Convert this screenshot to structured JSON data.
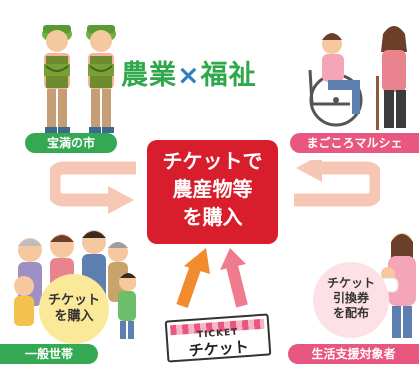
{
  "title": {
    "left": "農業",
    "mark": "×",
    "right": "福祉"
  },
  "center": {
    "line1": "チケットで",
    "line2": "農産物等",
    "line3": "を購入"
  },
  "labels": {
    "market": "宝満の市",
    "marche": "まごころマルシェ",
    "households": "一般世帯",
    "recipients": "生活支援対象者"
  },
  "bubbles": {
    "buy": {
      "line1": "チケット",
      "line2": "を購入"
    },
    "distribute": {
      "line1": "チケット",
      "line2": "引換券",
      "line3": "を配布"
    }
  },
  "ticket": {
    "english": "TICKET",
    "japanese": "チケット"
  },
  "colors": {
    "green": "#34a853",
    "pink": "#e8577f",
    "red": "#d81e2c",
    "blue": "#2f7fc4",
    "salmon": "#f7c7b6",
    "orange": "#f28a2e"
  }
}
